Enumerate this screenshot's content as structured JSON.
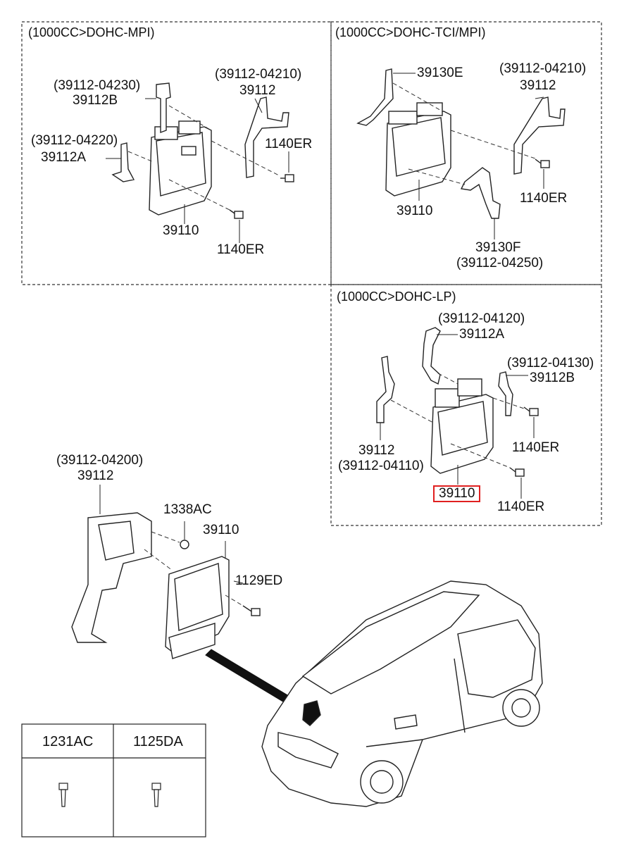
{
  "sections": {
    "top_left": {
      "header": "(1000CC>DOHC-MPI)"
    },
    "top_right": {
      "header": "(1000CC>DOHC-TCI/MPI)"
    },
    "mid_right": {
      "header": "(1000CC>DOHC-LP)"
    }
  },
  "labels": {
    "tl_39112b_code": "(39112-04230)",
    "tl_39112b": "39112B",
    "tl_39112a_code": "(39112-04220)",
    "tl_39112a": "39112A",
    "tl_39112_code": "(39112-04210)",
    "tl_39112": "39112",
    "tl_1140er_a": "1140ER",
    "tl_39110": "39110",
    "tl_1140er_b": "1140ER",
    "tr_39130e": "39130E",
    "tr_39112_code": "(39112-04210)",
    "tr_39112": "39112",
    "tr_1140er": "1140ER",
    "tr_39110": "39110",
    "tr_39130f": "39130F",
    "tr_39130f_code": "(39112-04250)",
    "mr_39112a_code": "(39112-04120)",
    "mr_39112a": "39112A",
    "mr_39112b_code": "(39112-04130)",
    "mr_39112b": "39112B",
    "mr_1140er_a": "1140ER",
    "mr_39112": "39112",
    "mr_39112_code": "(39112-04110)",
    "mr_39110": "39110",
    "mr_1140er_b": "1140ER",
    "bl_39112_code": "(39112-04200)",
    "bl_39112": "39112",
    "bl_1338ac": "1338AC",
    "bl_39110": "39110",
    "bl_1129ed": "1129ED"
  },
  "fastener_table": {
    "col1": "1231AC",
    "col2": "1125DA"
  },
  "highlight_color": "#e02020"
}
